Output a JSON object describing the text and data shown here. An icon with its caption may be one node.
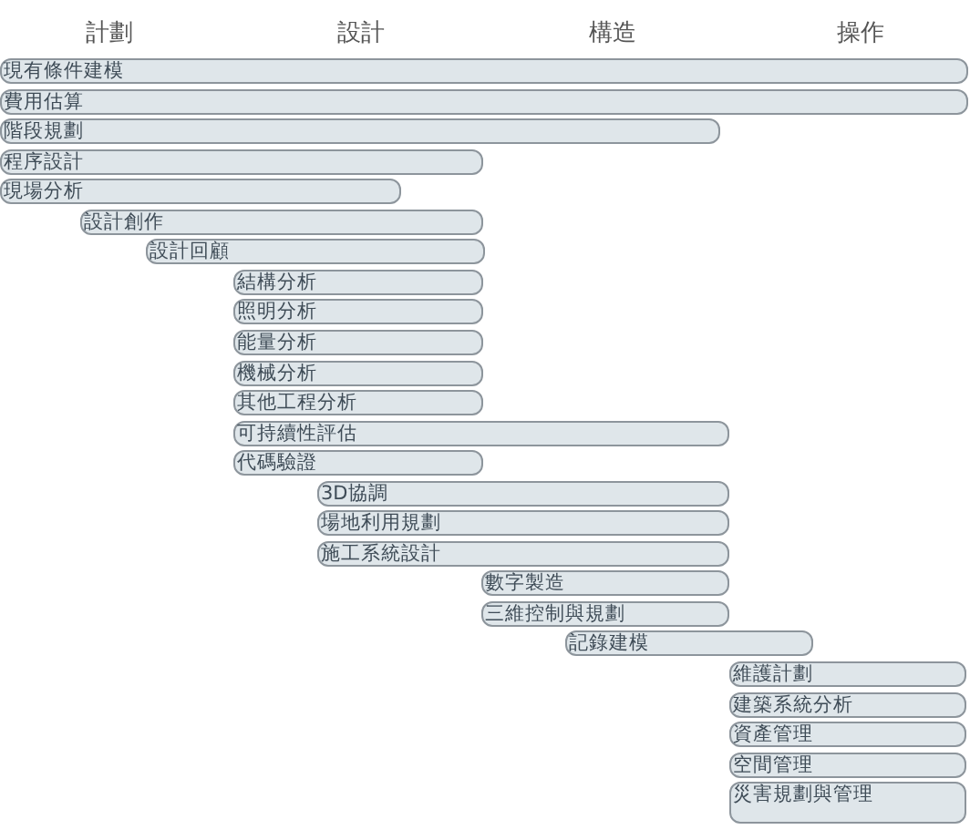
{
  "diagram": {
    "nodes": [
      {
        "text": [
          "現有條件建模"
        ]
      },
      {
        "text": [
          "費用估算"
        ]
      },
      {
        "text": [
          "階段規劃"
        ]
      },
      {
        "text": [
          "程序設計"
        ]
      },
      {
        "text": [
          "現場分析"
        ]
      },
      {
        "text": [
          "設計創作"
        ]
      },
      {
        "text": [
          "設計回顧"
        ]
      },
      {
        "text": [
          "結構分析"
        ]
      },
      {
        "text": [
          "照明分析"
        ]
      },
      {
        "text": [
          "能量分析"
        ]
      },
      {
        "text": [
          "機械分析"
        ]
      },
      {
        "text": [
          "其他工程分析"
        ]
      },
      {
        "text": [
          "可持續性評估"
        ]
      },
      {
        "text": [
          "代碼驗證"
        ]
      },
      {
        "text": [
          "3D協調"
        ]
      },
      {
        "text": [
          "場地利用規劃"
        ]
      },
      {
        "text": [
          "施工系統設計"
        ]
      },
      {
        "text": [
          "數字製造"
        ]
      },
      {
        "text": [
          "三維控制與規劃"
        ]
      },
      {
        "text": [
          "記錄建模"
        ]
      },
      {
        "text": [
          "維護計劃"
        ]
      },
      {
        "text": [
          "建築系統分析"
        ]
      },
      {
        "text": [
          "資產管理"
        ]
      },
      {
        "text": [
          "空間管理"
        ]
      },
      {
        "text": [
          "災害規劃與管理"
        ]
      }
    ],
    "labels": [
      "計劃",
      "設計",
      "構造",
      "操作"
    ]
  }
}
